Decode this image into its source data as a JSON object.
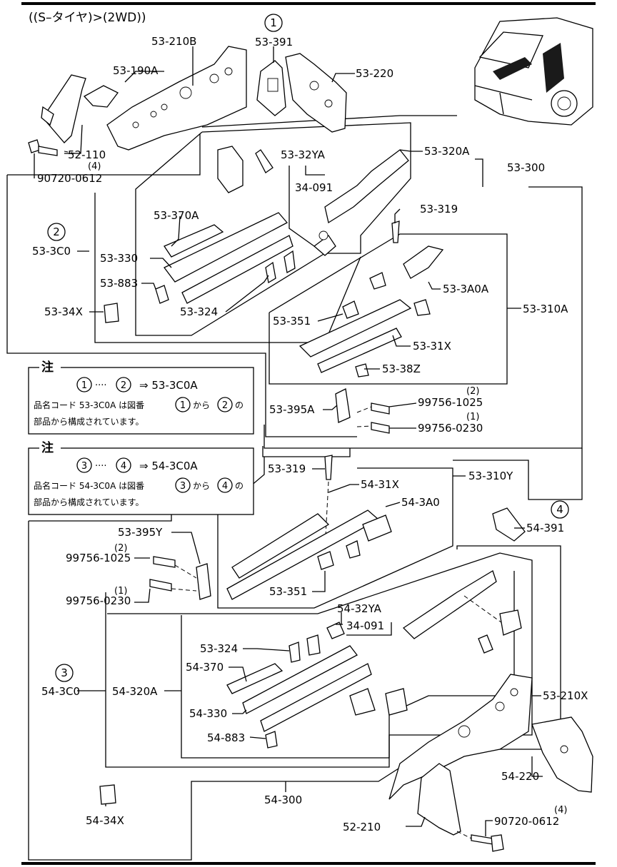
{
  "header": {
    "title": "((S–タイヤ)>(2WD))"
  },
  "callouts": {
    "c1": "1",
    "c2": "2",
    "c3": "3",
    "c4": "4"
  },
  "labels": {
    "p53_210B": "53-210B",
    "p53_391": "53-391",
    "p53_190A": "53-190A",
    "p53_220": "53-220",
    "p52_110": "52-110",
    "q4a": "(4)",
    "p90720_0612a": "90720-0612",
    "p53_32YA": "53-32YA",
    "p53_320A": "53-320A",
    "p53_300": "53-300",
    "p34_091a": "34-091",
    "p53_319a": "53-319",
    "p53_370A": "53-370A",
    "p53_3C0": "53-3C0",
    "p53_330": "53-330",
    "p53_3A0A": "53-3A0A",
    "p53_883": "53-883",
    "p53_310A": "53-310A",
    "p53_34X": "53-34X",
    "p53_324": "53-324",
    "p53_351": "53-351",
    "p53_31X": "53-31X",
    "p53_38Z": "53-38Z",
    "q2a": "(2)",
    "p99756_1025a": "99756-1025",
    "p53_395A": "53-395A",
    "q1a": "(1)",
    "p99756_0230a": "99756-0230",
    "p53_319b": "53-319",
    "p53_310Y": "53-310Y",
    "p54_31X": "54-31X",
    "p54_3A0": "54-3A0",
    "p54_391": "54-391",
    "p53_395Y": "53-395Y",
    "q2b": "(2)",
    "p99756_1025b": "99756-1025",
    "q1b": "(1)",
    "p99756_0230b": "99756-0230",
    "p53_351b": "53-351",
    "p54_32YA": "54-32YA",
    "p34_091b": "34-091",
    "p53_324b": "53-324",
    "p54_370": "54-370",
    "p54_3C0": "54-3C0",
    "p54_320A": "54-320A",
    "p54_330": "54-330",
    "p54_883": "54-883",
    "p53_210X": "53-210X",
    "p54_220": "54-220",
    "p54_34X": "54-34X",
    "p54_300": "54-300",
    "q4b": "(4)",
    "p90720_0612b": "90720-0612",
    "p52_210": "52-210"
  },
  "notes": [
    {
      "heading": "注",
      "range_from": "1",
      "range_to": "2",
      "dots": "····",
      "arrow": "⇒ 53-3C0A",
      "line1_a": "品名コード 53-3C0A は図番",
      "line1_b": "から",
      "line1_c": "の",
      "line2": "部品から構成されています。"
    },
    {
      "heading": "注",
      "range_from": "3",
      "range_to": "4",
      "dots": "····",
      "arrow": "⇒ 54-3C0A",
      "line1_a": "品名コード 54-3C0A は図番",
      "line1_b": "から",
      "line1_c": "の",
      "line2": "部品から構成されています。"
    }
  ]
}
